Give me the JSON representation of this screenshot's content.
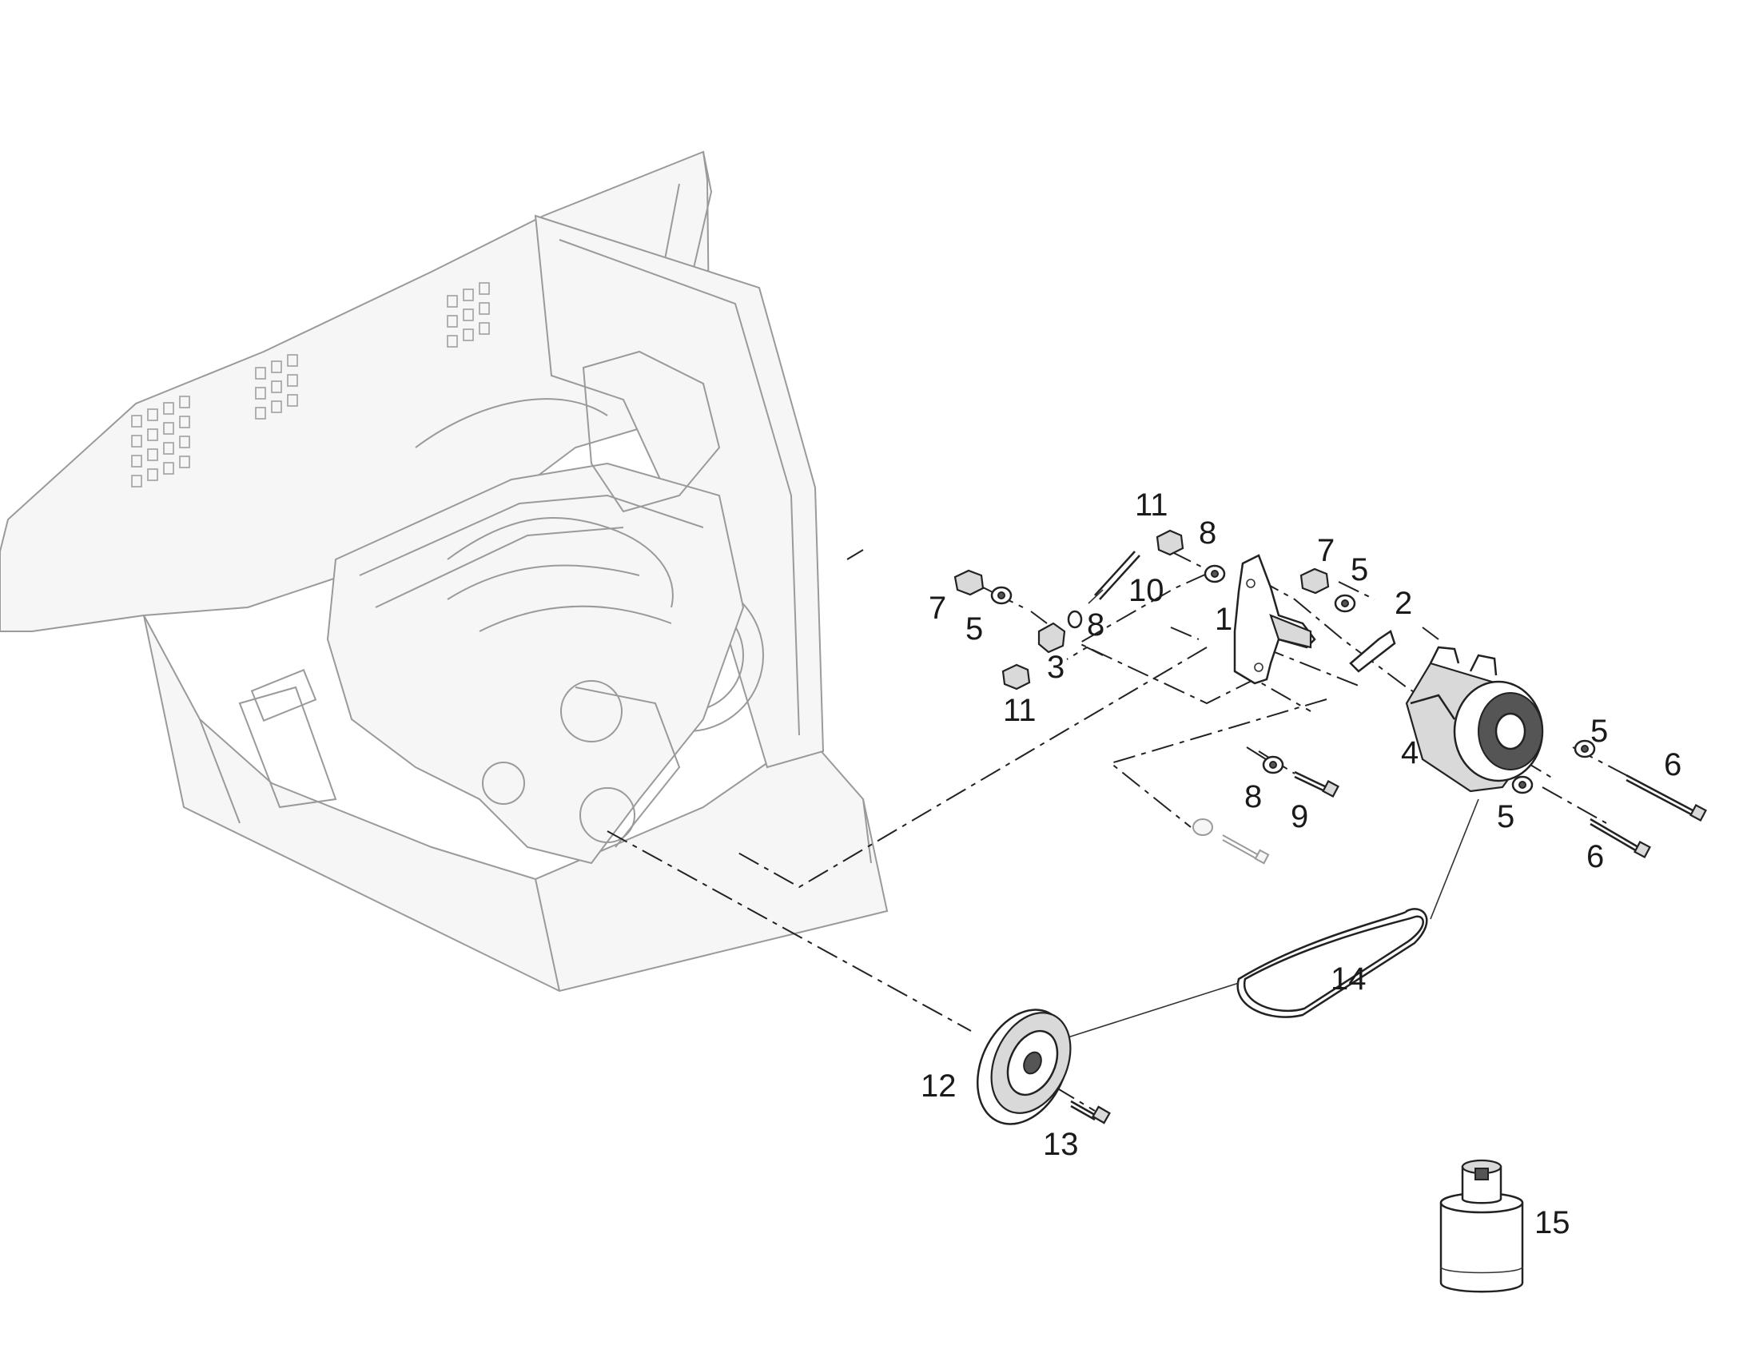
{
  "callouts": [
    {
      "id": "c11a",
      "text": "11"
    },
    {
      "id": "c8a",
      "text": "8"
    },
    {
      "id": "c10",
      "text": "10"
    },
    {
      "id": "c7a",
      "text": "7"
    },
    {
      "id": "c5a",
      "text": "5"
    },
    {
      "id": "c8b",
      "text": "8"
    },
    {
      "id": "c3",
      "text": "3"
    },
    {
      "id": "c11b",
      "text": "11"
    },
    {
      "id": "c1",
      "text": "1"
    },
    {
      "id": "c7b",
      "text": "7"
    },
    {
      "id": "c5b",
      "text": "5"
    },
    {
      "id": "c2",
      "text": "2"
    },
    {
      "id": "c4",
      "text": "4"
    },
    {
      "id": "c5c",
      "text": "5"
    },
    {
      "id": "c6a",
      "text": "6"
    },
    {
      "id": "c5d",
      "text": "5"
    },
    {
      "id": "c6b",
      "text": "6"
    },
    {
      "id": "c8c",
      "text": "8"
    },
    {
      "id": "c9",
      "text": "9"
    },
    {
      "id": "c14",
      "text": "14"
    },
    {
      "id": "c12",
      "text": "12"
    },
    {
      "id": "c13",
      "text": "13"
    },
    {
      "id": "c15",
      "text": "15"
    }
  ]
}
